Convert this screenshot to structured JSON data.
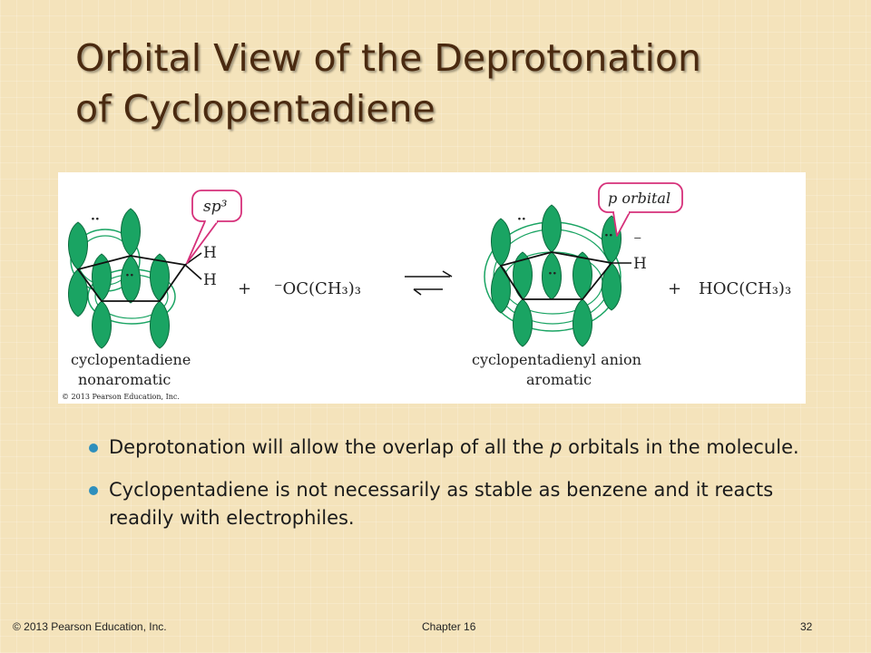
{
  "slide": {
    "title_line1": "Orbital View of the Deprotonation",
    "title_line2": "of Cyclopentadiene"
  },
  "figure": {
    "left_label_name": "cyclopentadiene",
    "left_label_type": "nonaromatic",
    "right_label_name": "cyclopentadienyl anion",
    "right_label_type": "aromatic",
    "callout_left": "sp³",
    "callout_right": "p orbital",
    "base_reagent": "⁻OC(CH₃)₃",
    "product_acid": "HOC(CH₃)₃",
    "plus_sign": "+",
    "atom_h": "H",
    "charge": "⁻",
    "lone_pair": "··",
    "copyright": "© 2013 Pearson Education, Inc.",
    "orbital_color": "#1aa463"
  },
  "bullets": [
    {
      "text_before": "Deprotonation will allow the overlap of all the ",
      "italic": "p",
      "text_after": " orbitals in the molecule."
    },
    {
      "text_before": "Cyclopentadiene is not necessarily as stable as benzene and it reacts readily with electrophiles.",
      "italic": "",
      "text_after": ""
    }
  ],
  "footer": {
    "copyright": "© 2013 Pearson Education, Inc.",
    "chapter": "Chapter 16",
    "page_number": "32"
  }
}
